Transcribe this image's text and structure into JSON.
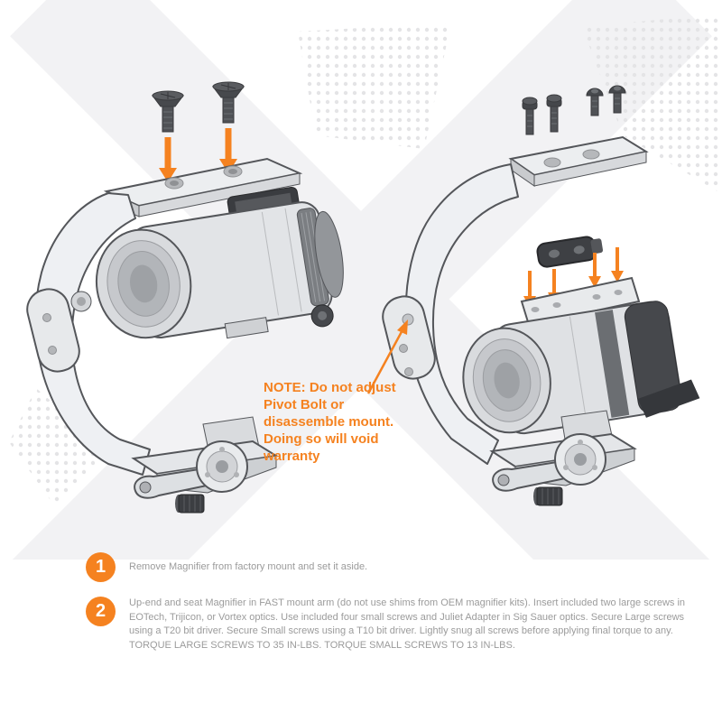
{
  "note": {
    "lines": [
      "NOTE: Do not adjust",
      "Pivot Bolt or",
      "disassemble mount.",
      "Doing so will void",
      "warranty"
    ],
    "color": "#F58220"
  },
  "steps": [
    {
      "number": "1",
      "text": "Remove Magnifier from factory mount and set it aside."
    },
    {
      "number": "2",
      "text": "Up-end and seat Magnifier in FAST mount arm (do not use shims from OEM magnifier kits).  Insert included two large screws in EOTech, Trijicon, or Vortex optics.  Use included four small screws and Juliet Adapter in Sig Sauer optics.  Secure Large screws using a T20 bit driver.  Secure Small screws using a T10 bit driver.  Lightly snug all screws before applying final torque to any.   TORQUE LARGE SCREWS TO 35 IN-LBS.  TORQUE SMALL SCREWS TO 13 IN-LBS."
    }
  ],
  "icons": {
    "down-arrow": "▼",
    "screw": "screw-side-view"
  },
  "colors": {
    "accent": "#F58220",
    "step_text": "#9b9b9b",
    "line_art_stroke": "#54565a",
    "line_art_fill": "#eceef0",
    "dark_part": "#3e4044",
    "watermark": "#f1f1f3"
  }
}
